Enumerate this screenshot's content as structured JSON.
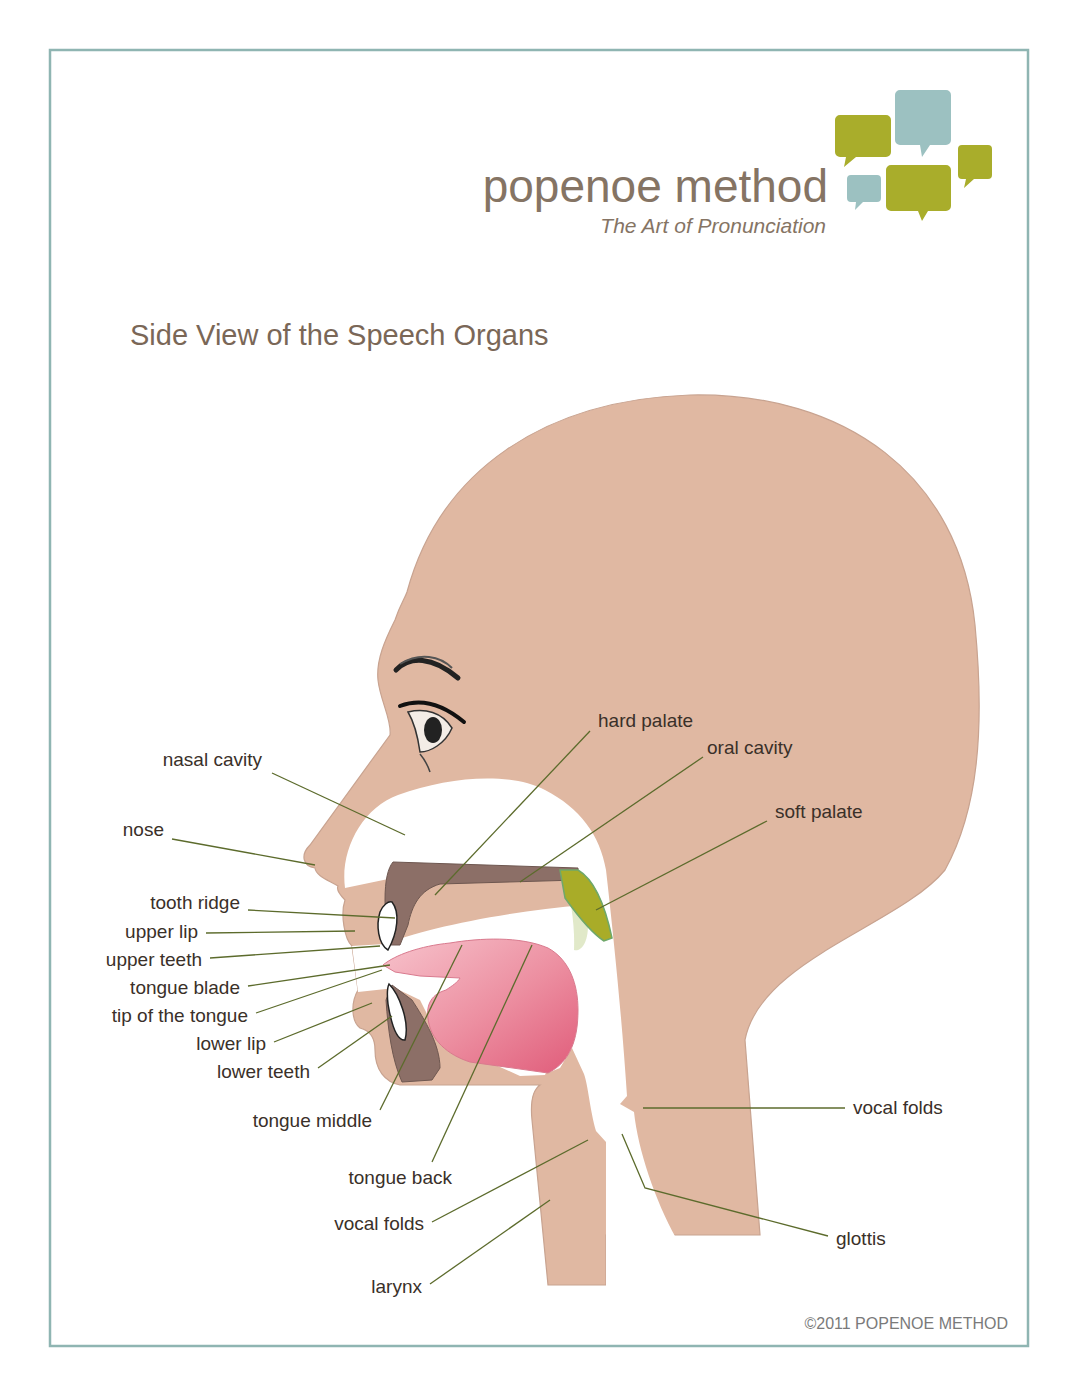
{
  "diagram": {
    "title": "Side View of the Speech Organs",
    "labels": [
      "popenoe method",
      "The Art of Pronunciation",
      "hard palate",
      "oral cavity",
      "nasal cavity",
      "soft palate",
      "nose",
      "tooth ridge",
      "upper lip",
      "upper teeth",
      "tongue blade",
      "tip of the tongue",
      "lower lip",
      "lower teeth",
      "vocal folds",
      "tongue middle",
      "tongue back",
      "vocal folds",
      "glottis",
      "larynx",
      "©2011 POPENOE METHOD"
    ]
  }
}
